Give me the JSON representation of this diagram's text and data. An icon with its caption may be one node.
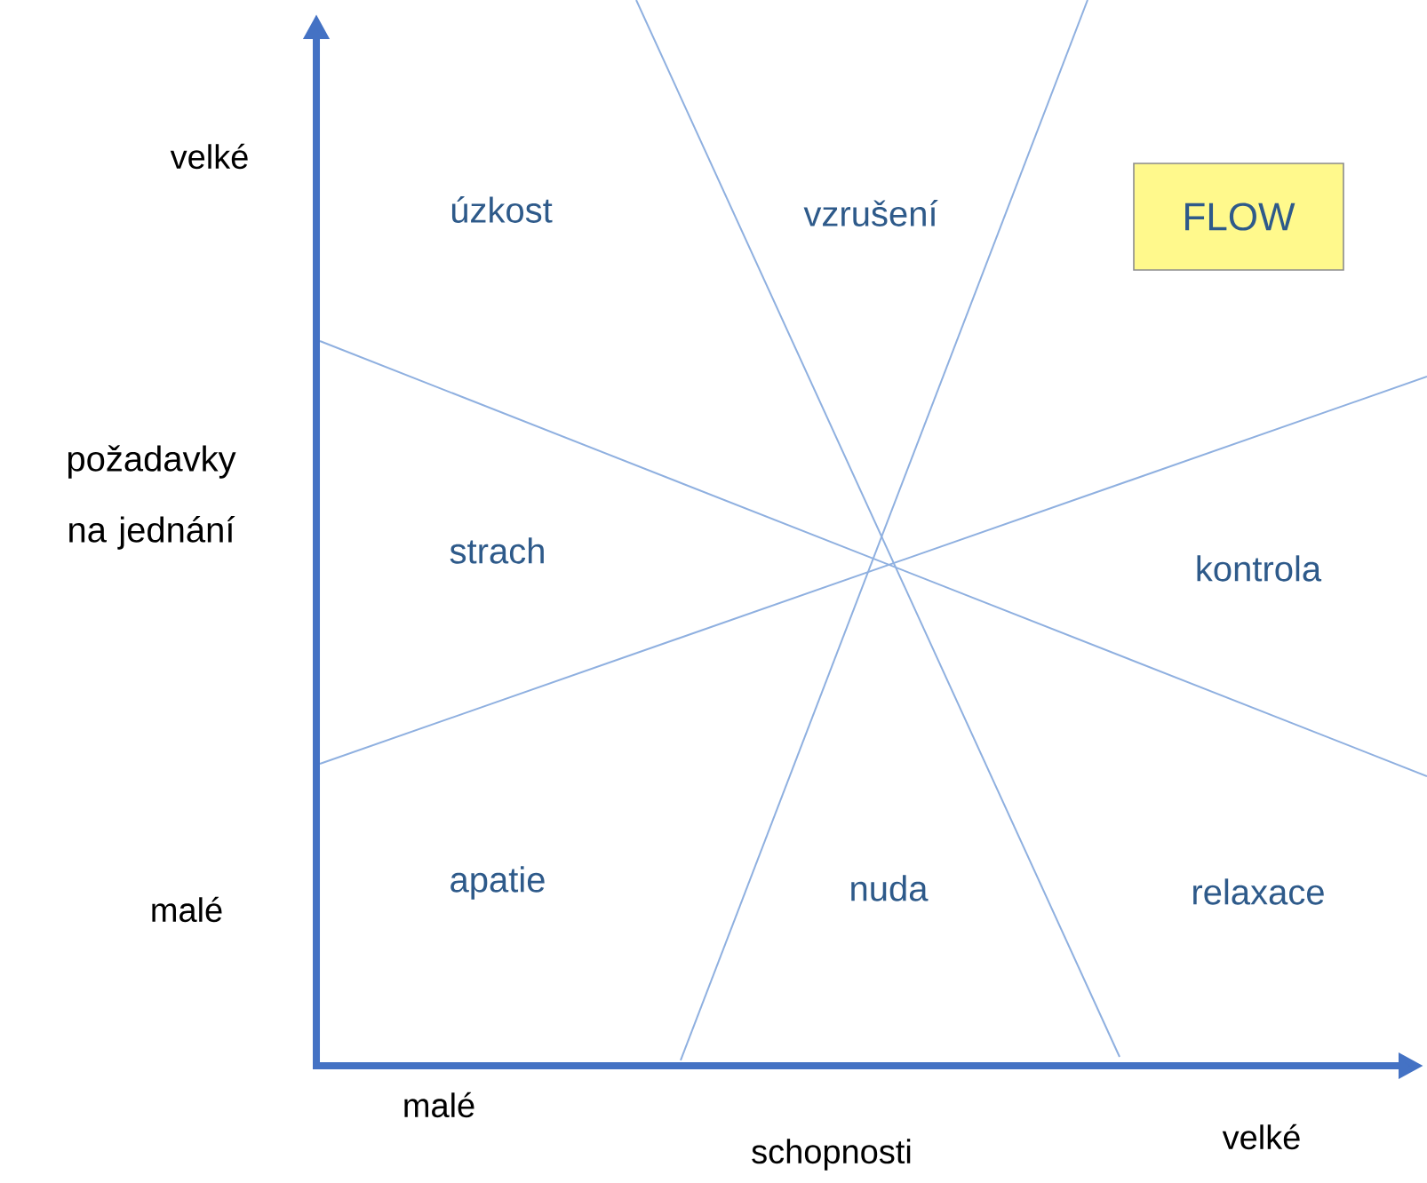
{
  "diagram": {
    "nodes": [
      {
        "text": [
          "FLOW"
        ]
      }
    ],
    "labels": [
      "velké",
      "úzkost",
      "vzrušení",
      "požadavky na jednání",
      "strach",
      "kontrola",
      "malé",
      "apatie",
      "nuda",
      "relaxace",
      "malé",
      "schopnosti",
      "velké"
    ]
  }
}
